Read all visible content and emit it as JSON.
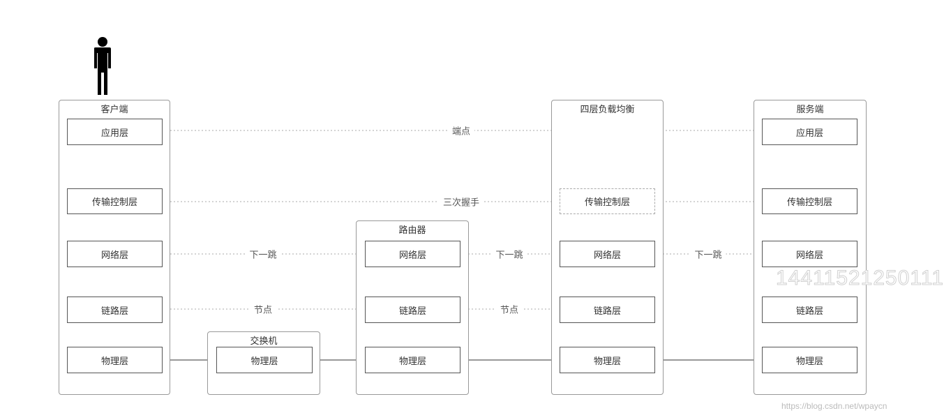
{
  "groups": {
    "client": {
      "title": "客户端",
      "layers": [
        "应用层",
        "传输控制层",
        "网络层",
        "链路层",
        "物理层"
      ]
    },
    "switch": {
      "title": "交换机",
      "layers": [
        "物理层"
      ]
    },
    "router": {
      "title": "路由器",
      "layers": [
        "网络层",
        "链路层",
        "物理层"
      ]
    },
    "lb": {
      "title": "四层负载均衡",
      "layers": [
        "传输控制层",
        "网络层",
        "链路层",
        "物理层"
      ]
    },
    "server": {
      "title": "服务端",
      "layers": [
        "应用层",
        "传输控制层",
        "网络层",
        "链路层",
        "物理层"
      ]
    }
  },
  "connections": {
    "endpoint": "端点",
    "handshake": "三次握手",
    "next_hop": "下一跳",
    "node": "节点"
  },
  "watermark": {
    "id": "14411521250111",
    "url": "https://blog.csdn.net/wpaycn"
  },
  "icons": {
    "person": "person-icon"
  }
}
